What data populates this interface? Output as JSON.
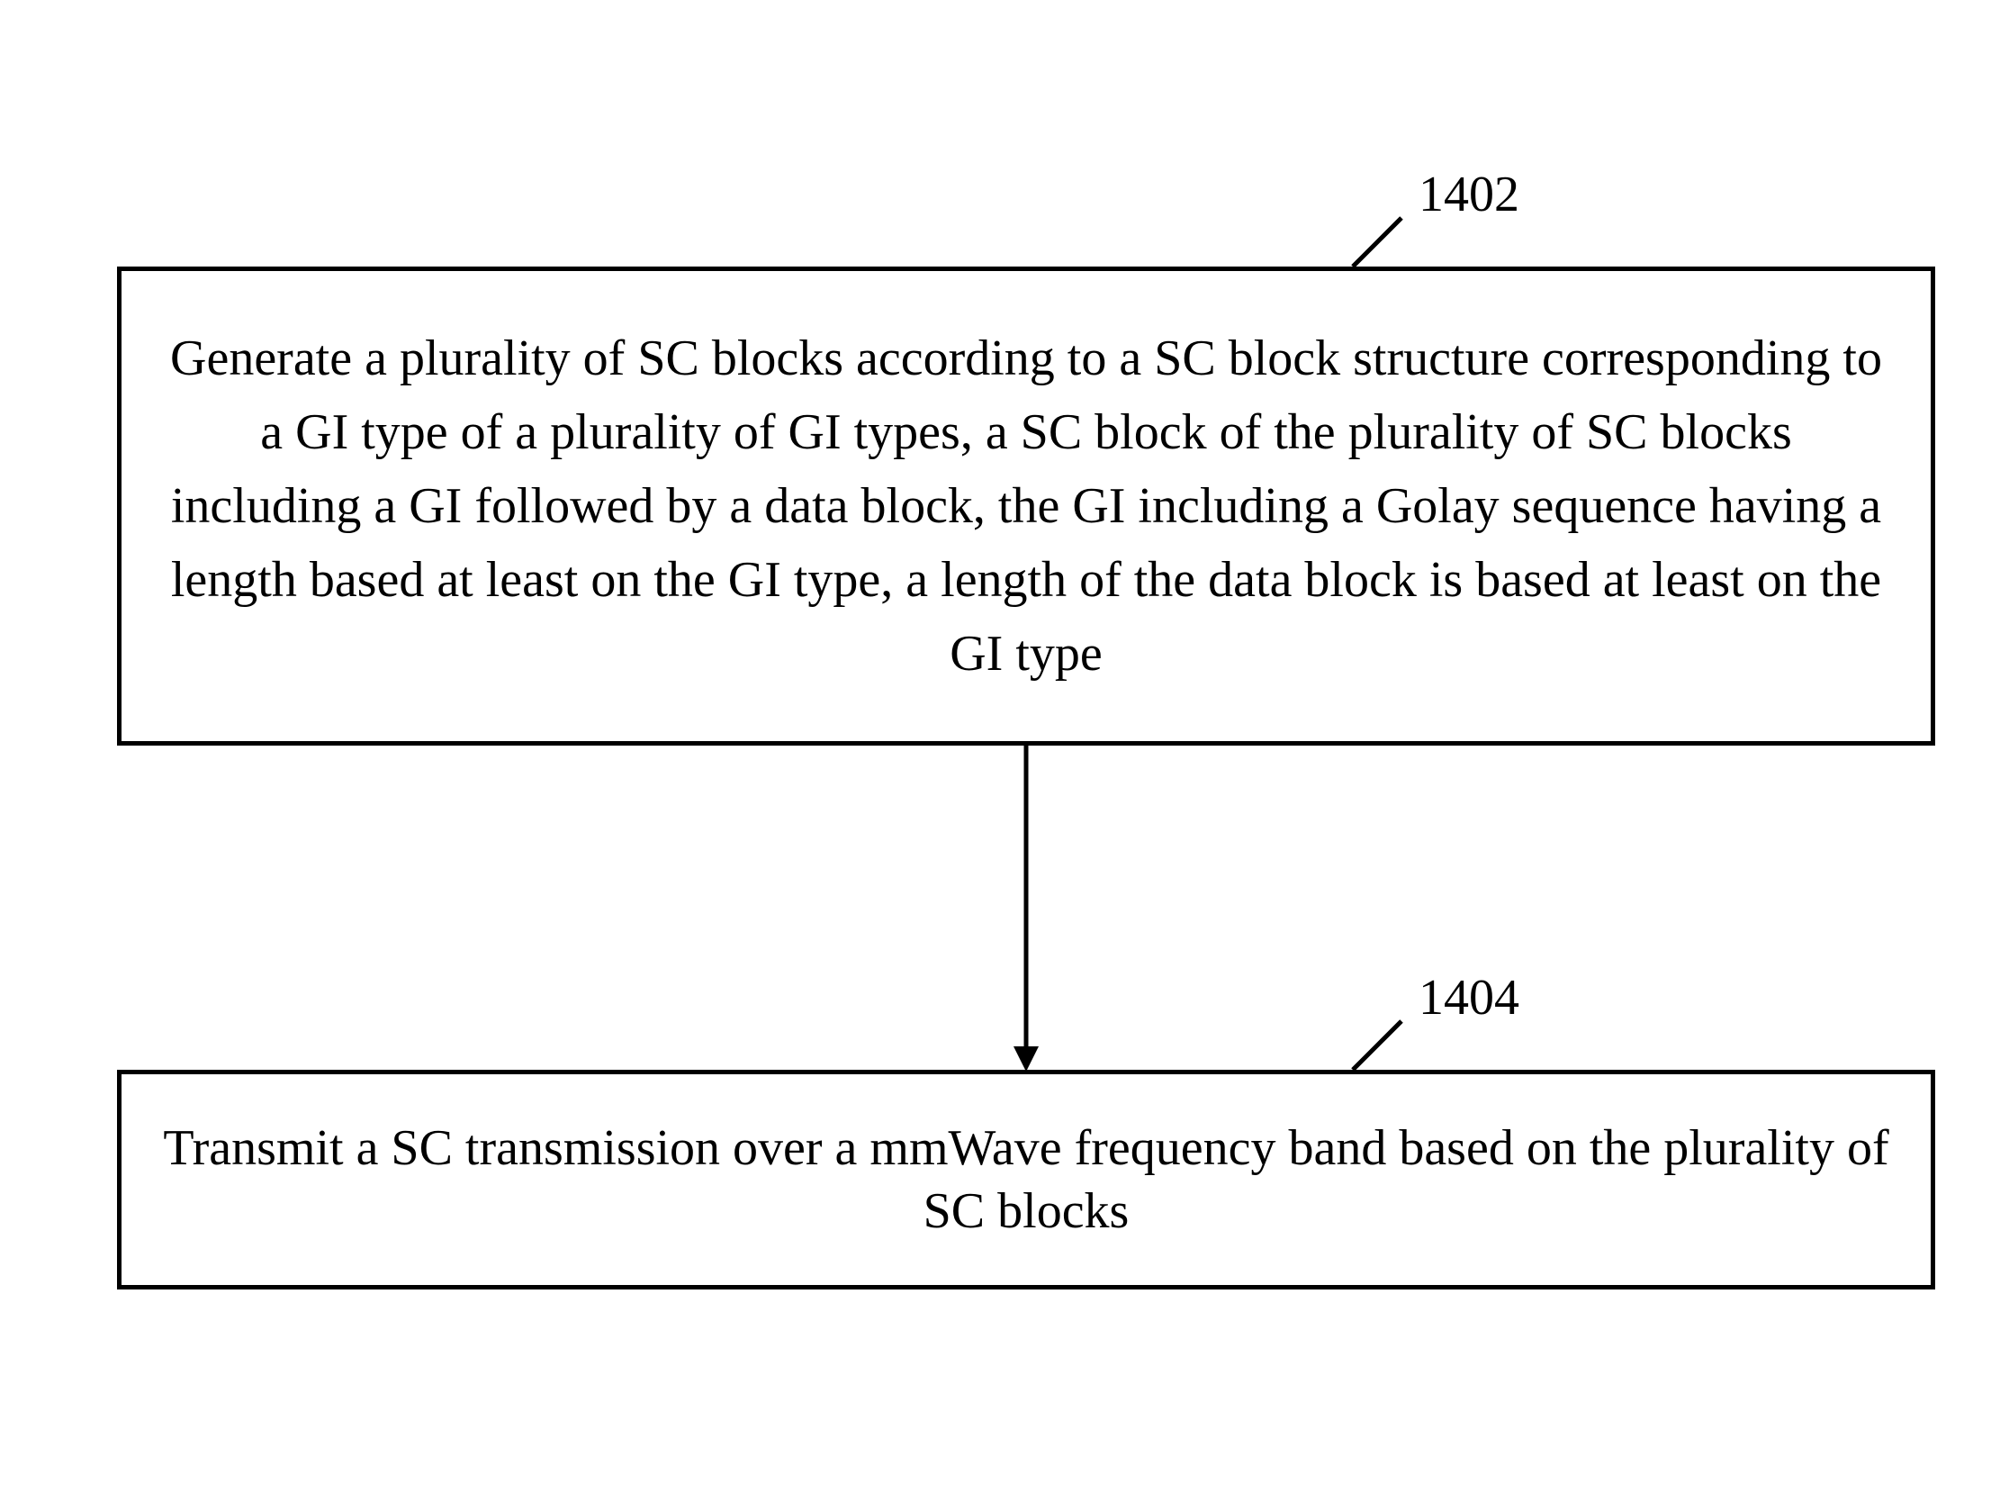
{
  "steps": [
    {
      "ref": "1402",
      "text": "Generate a plurality of SC blocks according to a SC block structure corresponding to a GI type of a plurality of GI types, a SC block of the plurality of SC blocks including a GI followed by a data block, the GI including a Golay sequence having a length based at least on the GI type, a length of the data block is based at least on the GI type"
    },
    {
      "ref": "1404",
      "text": "Transmit a SC transmission over a mmWave frequency band based on the plurality of SC blocks"
    }
  ]
}
